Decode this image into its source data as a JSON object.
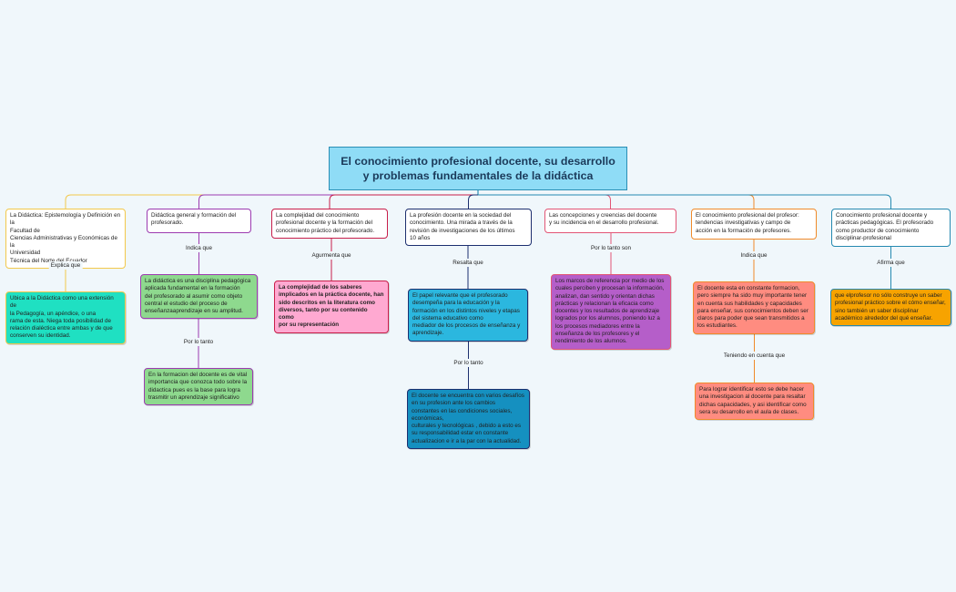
{
  "root": {
    "title": "El conocimiento profesional docente, su desarrollo\ny problemas fundamentales de la didáctica"
  },
  "branches": [
    {
      "title": "La Didáctica: Epistemología y Definición en la\nFacultad de\nCiencias Administrativas y Económicas de la\nUniversidad\nTécnica del Norte del Ecuador",
      "color": "#f2c84b",
      "steps": [
        {
          "connector": "Explica que",
          "text": "Ubica a la Didáctica como una extensión de\nla Pedagogía, un apéndice, o una\nrama de esta. Niega toda posibilidad de\nrelación dialéctica entre ambas y de que\nconserven su identidad.",
          "fill": "#1fe0c2"
        }
      ]
    },
    {
      "title": "Didáctica general y formación del\nprofesorado.",
      "color": "#9c3bb0",
      "steps": [
        {
          "connector": "Indica que",
          "text": "La didáctica es una disciplina pedagógica\naplicada fundamental en la formación\ndel profesorado al asumir como objeto\ncentral el estudio del proceso de\nenseñanzaaprendizaje en su amplitud.",
          "fill": "#8ed98e"
        },
        {
          "connector": "Por lo tanto",
          "text": "En la formacion del docente es de vital\nimportancia que conozca todo sobre la\ndidactica pues es la base para logra\ntrasmitir un aprendizaje significativo",
          "fill": "#8ed98e"
        }
      ]
    },
    {
      "title": "La complejidad del conocimiento\nprofesional docente y la formación del\nconocimiento práctico del profesorado.",
      "color": "#c81e4a",
      "steps": [
        {
          "connector": "Agurmenta que",
          "text": "La complejidad de los saberes\nimplicados en la práctica docente, han\nsido descritos en la literatura como\ndiversos, tanto por su contenido como\npor su representación",
          "fill": "#ffa9d1"
        }
      ]
    },
    {
      "title": "La profesión docente en la sociedad del\nconocimiento. Una mirada a través de la\nrevisión de investigaciones de los últimos\n10 años",
      "color": "#1d2f6f",
      "steps": [
        {
          "connector": "Resalta que",
          "text": "El papel relevante que el profesorado\ndesempeña para la educación y la\nformación en los distintos niveles y etapas\ndel sistema educativo como\nmediador de los procesos de enseñanza y\naprendizaje.",
          "fill": "#2bb7df"
        },
        {
          "connector": "Por lo tanto",
          "text": "El docente se encuentra con varios desafíos\nen su profesion ante los cambios\nconstantes en las condiciones sociales,\neconómicas,\nculturales y tecnológicas , debido a esto es\nsu responsabilidad estar en constante\nactualizacion e ir a la par con la actualidad.",
          "fill": "#1590c0"
        }
      ]
    },
    {
      "title": "Las concepciones y creencias del docente\ny su incidencia en el desarrollo profesional.",
      "color": "#e25575",
      "steps": [
        {
          "connector": "Por lo tanto son",
          "text": "Los marcos de referencia por medio de los\ncuales perciben y procesan la información,\nanalizan, dan sentido y orientan dichas\nprácticas y relacionan la eficacia como\ndocentes y los resultados de aprendizaje\nlogrados por los alumnos, poniendo luz a\nlos procesos mediadores entre la\nenseñanza de los profesores y el\nrendimiento de los alumnos.",
          "fill": "#b55ec9"
        }
      ]
    },
    {
      "title": "El conocimiento profesional del profesor:\ntendencias investigativas y campo de\nacción en la formación de profesores.",
      "color": "#f08a2a",
      "steps": [
        {
          "connector": "Indica que",
          "text": "El docente esta en constante formacion,\npero siempre ha sido muy importante tener\nen cuenta sus habilidades y capacidades\npara enseñar, sus conocimientos  deben ser\nclaros para poder que sean transmitidos a\nlos estudiantes.",
          "fill": "#ff8c80"
        },
        {
          "connector": "Teniendo en cuenta que",
          "text": "Para lograr identificar esto se debe hacer\nuna investigacion al docente para resaltar\ndichas capacidades, y asi identificar como\nsera su desarrollo en el aula de clases.",
          "fill": "#ff8c80"
        }
      ]
    },
    {
      "title": "Conocimiento profesional docente y\nprácticas pedagógicas. El profesorado\ncomo productor de conocimiento\ndisciplinar-profesional",
      "color": "#2589b0",
      "steps": [
        {
          "connector": "Afirma que",
          "text": "que elprofesor no sólo construye un saber\nprofesional práctico sobre el cómo enseñar,\nsino también un saber disciplinar\nacadémico alrededor del qué enseñar.",
          "fill": "#f7a300"
        }
      ]
    }
  ]
}
